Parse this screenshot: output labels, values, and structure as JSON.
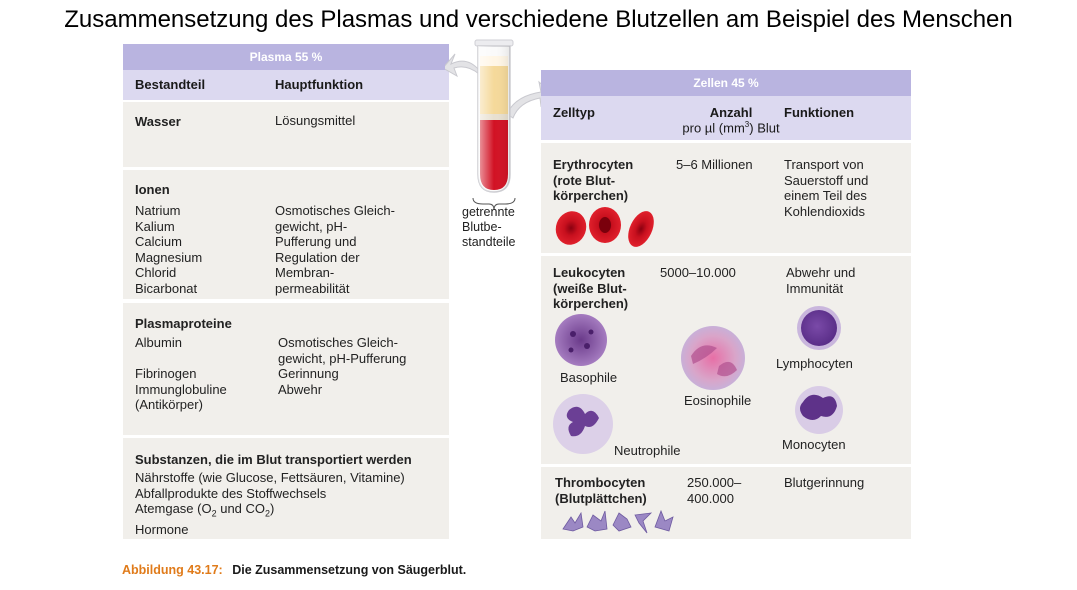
{
  "title": "Zusammensetzung des Plasmas und verschiedene Blutzellen am Beispiel des Menschen",
  "plasma": {
    "header": "Plasma 55 %",
    "col_component": "Bestandteil",
    "col_function": "Hauptfunktion",
    "water": {
      "name": "Wasser",
      "function": "Lösungsmittel"
    },
    "ions": {
      "heading": "Ionen",
      "items": [
        "Natrium",
        "Kalium",
        "Calcium",
        "Magnesium",
        "Chlorid",
        "Bicarbonat"
      ],
      "function_lines": [
        "Osmotisches Gleich-",
        "gewicht, pH-",
        "Pufferung und",
        "Regulation der",
        "Membran-",
        "permeabilität"
      ]
    },
    "proteins": {
      "heading": "Plasmaproteine",
      "albumin": "Albumin",
      "albumin_function_lines": [
        "Osmotisches Gleich-",
        "gewicht, pH-Pufferung"
      ],
      "fibrinogen": "Fibrinogen",
      "fibrinogen_function": "Gerinnung",
      "immunoglobulins": "Immunglobuline",
      "immunoglobulins_function": "Abwehr",
      "antibodies": "(Antikörper)"
    },
    "substances": {
      "heading": "Substanzen, die im Blut transportiert werden",
      "line1": "Nährstoffe (wie Glucose, Fettsäuren, Vitamine)",
      "line2": "Abfallprodukte des Stoffwechsels",
      "line3_a": "Atemgase (O",
      "line3_sub1": "2",
      "line3_b": " und CO",
      "line3_sub2": "2",
      "line3_c": ")",
      "line4": "Hormone"
    }
  },
  "tube": {
    "label_lines": [
      "getrennte",
      "Blutbe-",
      "standteile"
    ]
  },
  "cells": {
    "header": "Zellen 45 %",
    "col_type": "Zelltyp",
    "col_count_line1": "Anzahl",
    "col_count_line2a": "pro µl (mm",
    "col_count_sup": "3",
    "col_count_line2b": ") Blut",
    "col_function": "Funktionen",
    "erythrocytes": {
      "name_lines": [
        "Erythrocyten",
        "(rote Blut-",
        "körperchen)"
      ],
      "count": "5–6 Millionen",
      "function_lines": [
        "Transport von",
        "Sauerstoff und",
        "einem Teil des",
        "Kohlendioxids"
      ]
    },
    "leukocytes": {
      "name_lines": [
        "Leukocyten",
        "(weiße Blut-",
        "körperchen)"
      ],
      "count": "5000–10.000",
      "function_lines": [
        "Abwehr und",
        "Immunität"
      ],
      "types": {
        "basophile": "Basophile",
        "eosinophile": "Eosinophile",
        "lymphocyten": "Lymphocyten",
        "neutrophile": "Neutrophile",
        "monocyten": "Monocyten"
      }
    },
    "thrombocytes": {
      "name_lines": [
        "Thrombocyten",
        "(Blutplättchen)"
      ],
      "count_lines": [
        "250.000–",
        "400.000"
      ],
      "function": "Blutgerinnung"
    }
  },
  "caption": {
    "label": "Abbildung 43.17:",
    "text": "Die Zusammensetzung von Säugerblut."
  },
  "colors": {
    "header": "#b9b4e0",
    "colhead": "#dcd9f0",
    "cell": "#f1efeb",
    "blood": "#d01020",
    "plasma_yellow": "#f6e7a8",
    "caption_label": "#e07b1a"
  }
}
